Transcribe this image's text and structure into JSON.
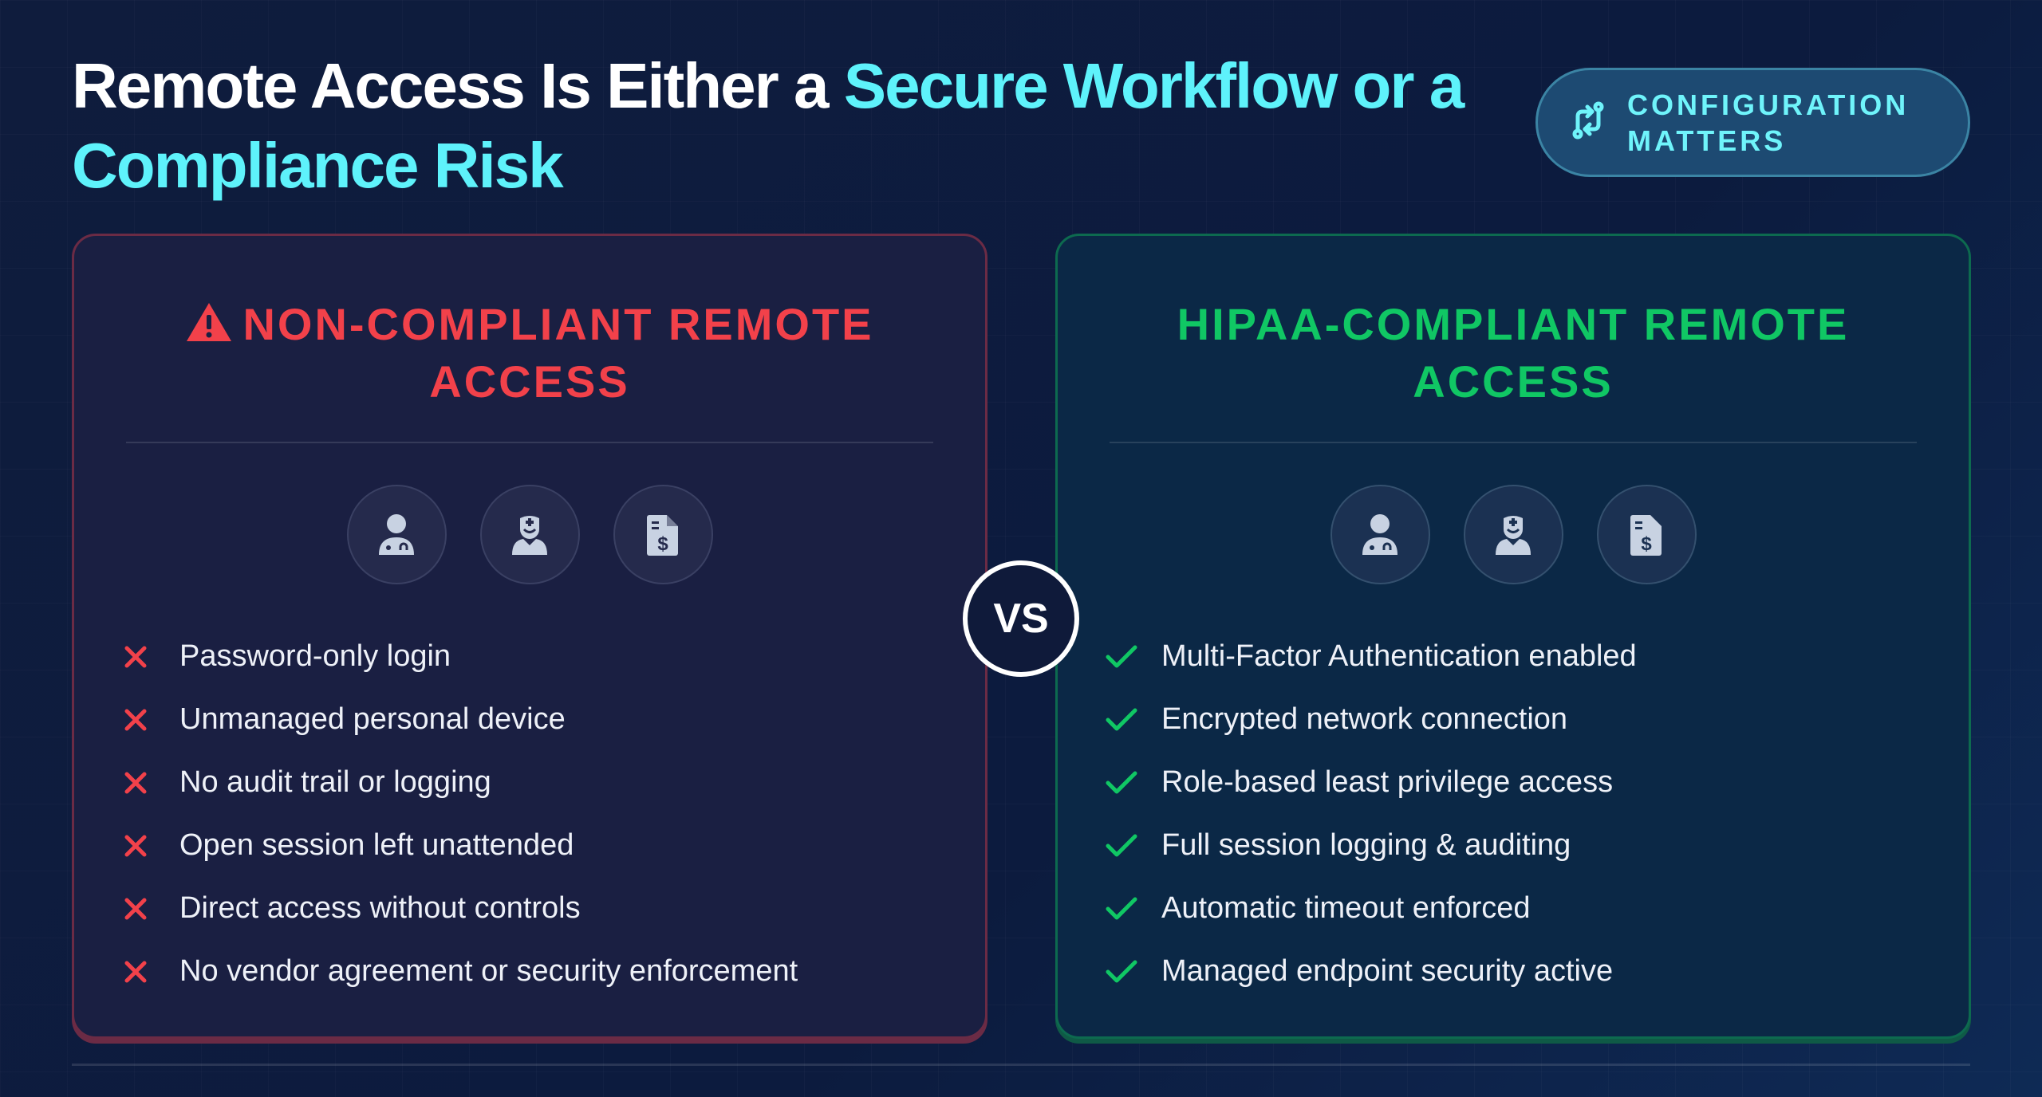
{
  "title": {
    "part1": "Remote Access Is Either a ",
    "part2": "Secure Workflow or a Compliance Risk"
  },
  "badge": {
    "label": "CONFIGURATION MATTERS",
    "icon": "git-compare-arrows-icon"
  },
  "vs": "VS",
  "left": {
    "heading": "NON-COMPLIANT REMOTE ACCESS",
    "icon": "warning-triangle-icon",
    "accent": "#f2414a",
    "icons": [
      "doctor-icon",
      "nurse-icon",
      "invoice-dollar-icon"
    ],
    "items": [
      "Password-only login",
      "Unmanaged personal device",
      "No audit trail or logging",
      "Open session left unattended",
      "Direct access without controls",
      "No vendor agreement or security enforcement"
    ]
  },
  "right": {
    "heading": "HIPAA-COMPLIANT REMOTE ACCESS",
    "accent": "#10c764",
    "icons": [
      "doctor-icon",
      "nurse-icon",
      "invoice-dollar-icon"
    ],
    "items": [
      "Multi-Factor Authentication enabled",
      "Encrypted network connection",
      "Role-based least privilege access",
      "Full session logging & auditing",
      "Automatic timeout enforced",
      "Managed endpoint security active"
    ]
  }
}
